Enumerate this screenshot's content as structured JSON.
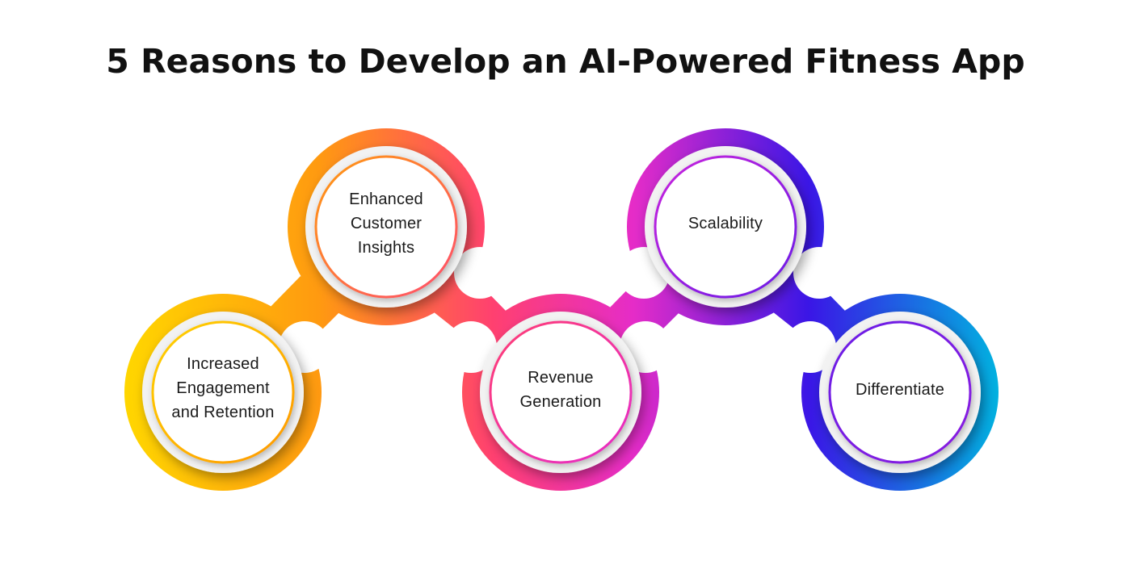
{
  "header": {
    "title": "5 Reasons to Develop an AI-Powered Fitness App"
  },
  "steps": [
    {
      "label": "Increased Engagement and Retention",
      "color_start": "#ffd500",
      "color_end": "#ff9800"
    },
    {
      "label": "Enhanced Customer Insights",
      "color_start": "#ff9a10",
      "color_end": "#ff4d6d"
    },
    {
      "label": "Revenue Generation",
      "color_start": "#ff3d74",
      "color_end": "#e62cc9"
    },
    {
      "label": "Scalability",
      "color_start": "#cc22dd",
      "color_end": "#3a15e6"
    },
    {
      "label": "Differentiate",
      "color_start": "#3b1ce8",
      "color_end": "#00a8e0"
    }
  ]
}
